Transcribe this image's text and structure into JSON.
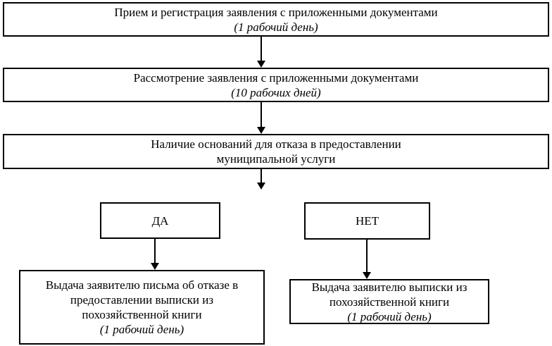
{
  "colors": {
    "background": "#ffffff",
    "border": "#000000",
    "text": "#000000"
  },
  "flowchart": {
    "step1": {
      "text": "Прием и регистрация заявления с приложенными документами",
      "duration": "(1 рабочий день)"
    },
    "step2": {
      "text": "Рассмотрение заявления с приложенными документами",
      "duration": "(10 рабочих дней)"
    },
    "step3": {
      "line1": "Наличие оснований для отказа в предоставлении",
      "line2": "муниципальной услуги"
    },
    "yes": {
      "label": "ДА"
    },
    "no": {
      "label": "НЕТ"
    },
    "refusal": {
      "line1": "Выдача заявителю письма об отказе в",
      "line2": "предоставлении выписки из",
      "line3": "похозяйственной книги",
      "duration": "(1 рабочий день)"
    },
    "issue": {
      "line1": "Выдача заявителю выписки из",
      "line2": "похозяйственной книги",
      "duration": "(1 рабочий день)"
    }
  }
}
